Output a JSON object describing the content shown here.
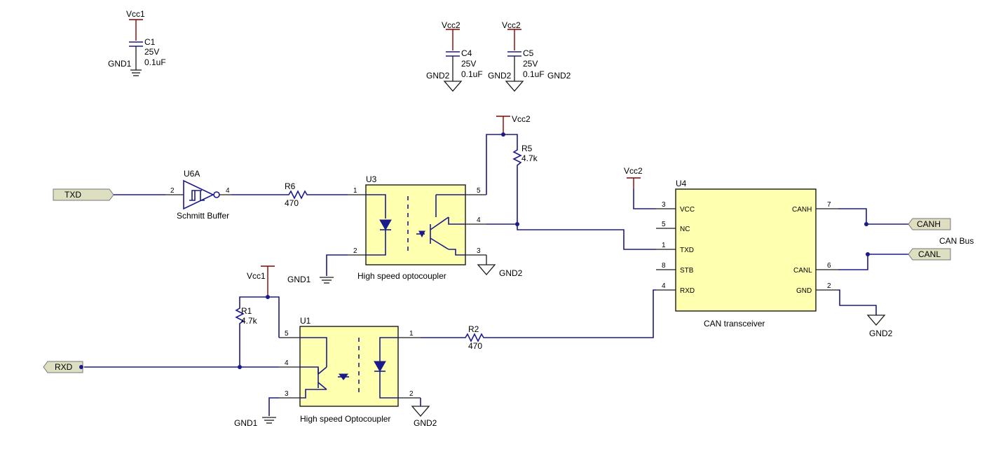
{
  "power": {
    "vcc1": "Vcc1",
    "vcc2": "Vcc2",
    "gnd1": "GND1",
    "gnd2": "GND2"
  },
  "caps": {
    "c1": {
      "ref": "C1",
      "voltage": "25V",
      "value": "0.1uF"
    },
    "c4": {
      "ref": "C4",
      "voltage": "25V",
      "value": "0.1uF"
    },
    "c5": {
      "ref": "C5",
      "voltage": "25V",
      "value": "0.1uF"
    }
  },
  "ports": {
    "txd": "TXD",
    "rxd": "RXD",
    "canh": "CANH",
    "canl": "CANL",
    "can_bus": "CAN Bus"
  },
  "u6a": {
    "ref": "U6A",
    "desc": "Schmitt Buffer",
    "pin_in": "2",
    "pin_out": "4"
  },
  "r6": {
    "ref": "R6",
    "value": "470"
  },
  "r5": {
    "ref": "R5",
    "value": "4.7k"
  },
  "r1": {
    "ref": "R1",
    "value": "4.7k"
  },
  "r2": {
    "ref": "R2",
    "value": "470"
  },
  "u3": {
    "ref": "U3",
    "desc": "High speed optocoupler",
    "pins": [
      "1",
      "2",
      "3",
      "4",
      "5"
    ]
  },
  "u1": {
    "ref": "U1",
    "desc": "High speed Optocoupler",
    "pins": [
      "1",
      "2",
      "3",
      "4",
      "5"
    ]
  },
  "u4": {
    "ref": "U4",
    "desc": "CAN transceiver",
    "left_pins": [
      {
        "num": "3",
        "name": "VCC"
      },
      {
        "num": "5",
        "name": "NC"
      },
      {
        "num": "1",
        "name": "TXD"
      },
      {
        "num": "8",
        "name": "STB"
      },
      {
        "num": "4",
        "name": "RXD"
      }
    ],
    "right_pins": [
      {
        "num": "7",
        "name": "CANH"
      },
      {
        "num": "6",
        "name": "CANL"
      },
      {
        "num": "2",
        "name": "GND"
      }
    ]
  }
}
